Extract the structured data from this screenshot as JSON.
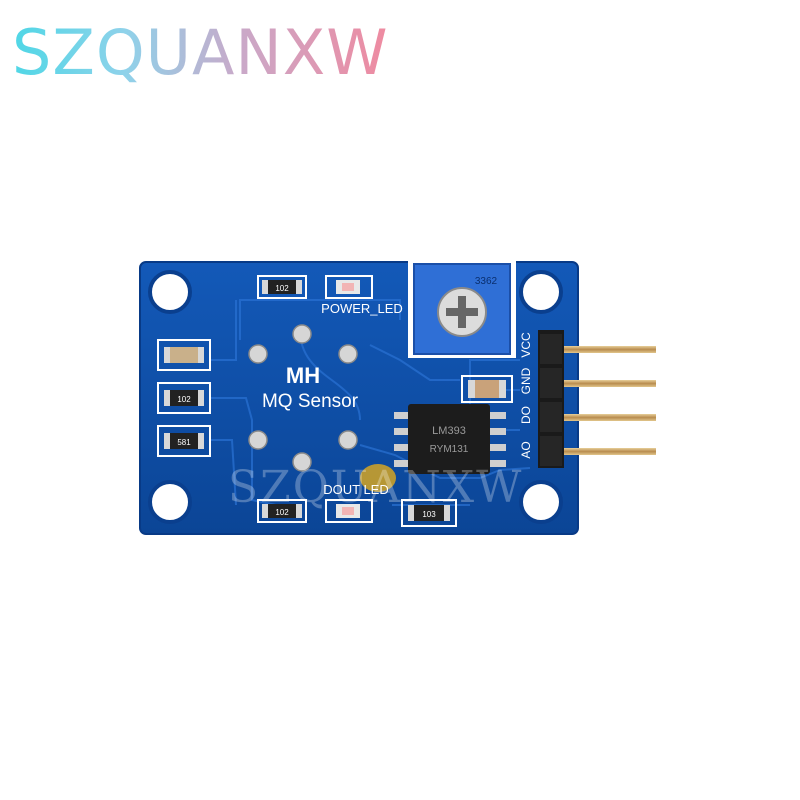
{
  "brand": {
    "text": "SZQUANXW"
  },
  "watermark": {
    "text": "SZQUANXW"
  },
  "board": {
    "title": "MH",
    "subtitle": "MQ Sensor",
    "power_led_label": "POWER_LED",
    "dout_led_label": "DOUT LED",
    "pins": [
      "VCC",
      "GND",
      "DO",
      "AO"
    ],
    "resistor_codes": [
      "102",
      "102",
      "102",
      "103",
      "581"
    ],
    "chip_marking": [
      "LM393",
      "RYM131"
    ],
    "pot_code": "3362"
  },
  "colors": {
    "pcb": "#0d4fa8",
    "pcb_edge": "#083a86",
    "trace": "#1a63c4",
    "header": "#1a1a1a",
    "pin": "#c9a46a",
    "pot": "#2f6fd6"
  }
}
